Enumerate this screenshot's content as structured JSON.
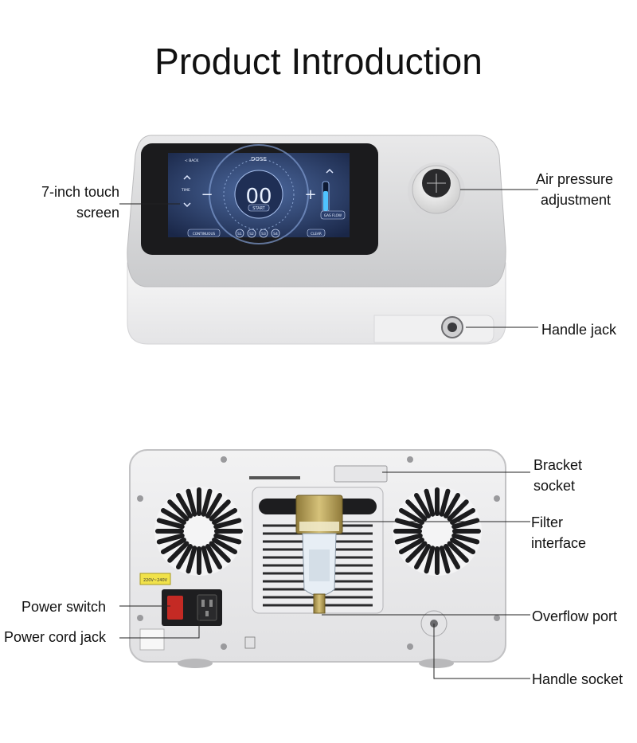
{
  "title": "Product Introduction",
  "front_labels": {
    "touch_screen": {
      "line1": "7-inch touch",
      "line2": "screen"
    },
    "air_pressure": {
      "line1": "Air pressure",
      "line2": "adjustment"
    },
    "handle_jack": "Handle jack"
  },
  "back_labels": {
    "bracket_socket": {
      "line1": "Bracket",
      "line2": "socket"
    },
    "filter_interface": {
      "line1": "Filter",
      "line2": "interface"
    },
    "power_switch": "Power switch",
    "power_cord_jack": "Power cord jack",
    "overflow_port": "Overflow port",
    "handle_socket": "Handle socket"
  },
  "screen": {
    "header": "DOSE",
    "back": "< BACK",
    "counter": "00",
    "start": "START",
    "time": "TIME",
    "mode_left": "CONTINUOUS",
    "mode_right": "CLEAR",
    "gas_label": "GAS FLOW",
    "minus": "−",
    "plus": "+",
    "presets": [
      "S1",
      "S2",
      "S3",
      "S4"
    ]
  },
  "voltage_sticker": "220V~240V"
}
